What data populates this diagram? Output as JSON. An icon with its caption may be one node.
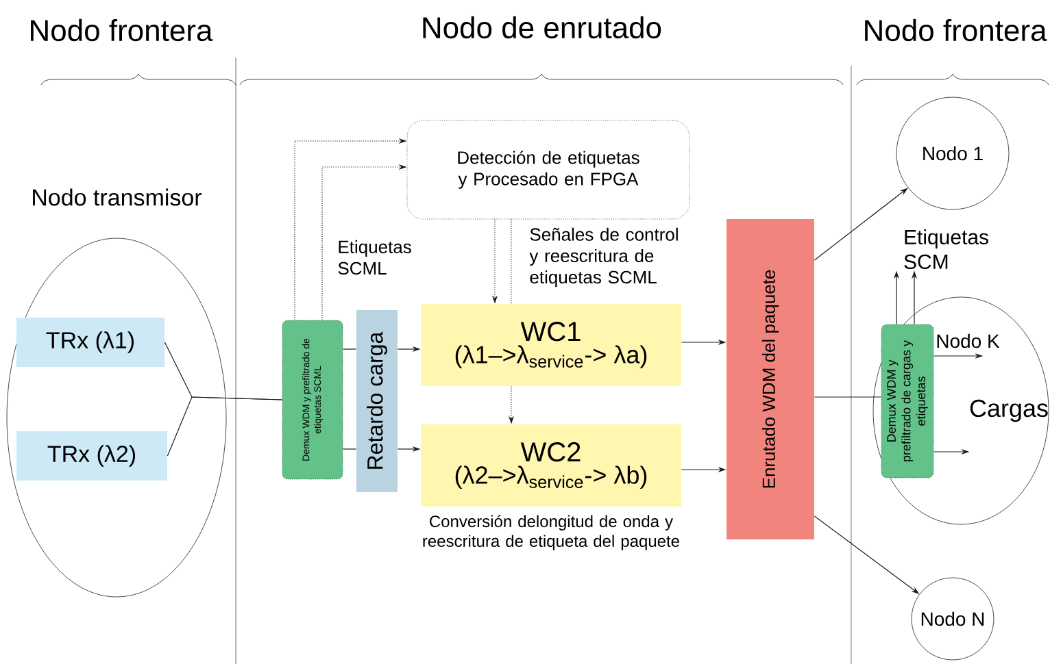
{
  "diagram": {
    "nodes": [
      {
        "text": [
          "Nodo transmisor"
        ]
      },
      {
        "text": [
          "TRx (λ1)"
        ],
        "in": 0
      },
      {
        "text": [
          "TRx (λ2)"
        ],
        "in": 0
      },
      {
        "text": [
          "Demux WDM y prefiltrado de etiquetas SCML"
        ]
      },
      {
        "text": [
          "Retardo carga"
        ]
      },
      {
        "text": [
          "WC1",
          "(λ1–>λ$_{service}$-> λa)"
        ]
      },
      {
        "text": [
          "WC2",
          "(λ2–>λ$_{service}$-> λb)"
        ]
      },
      {
        "text": [
          "Detección de etiquetas y Procesado en FPGA"
        ]
      },
      {
        "text": [
          "Enrutado WDM del paquete"
        ]
      },
      {
        "text": [
          "Nodo 1"
        ]
      },
      {
        "text": [
          "Cargas"
        ]
      },
      {
        "text": [
          "Demux WDM y prefiltrado de cargas y etiquetas"
        ],
        "in": 10
      },
      {
        "text": [
          "Nodo N"
        ]
      },
      {
        "text": [
          "Etiquetas SCM"
        ]
      }
    ],
    "edges": [
      {
        "from": 1,
        "to": 3,
        "arrow": "none"
      },
      {
        "from": 2,
        "to": 3,
        "arrow": "none"
      },
      {
        "from": 3,
        "to": 4,
        "arrow": "none"
      },
      {
        "from": 3,
        "to": 4,
        "arrow": "none"
      },
      {
        "from": 4,
        "to": 5,
        "arrow": "to"
      },
      {
        "from": 4,
        "to": 6,
        "arrow": "to"
      },
      {
        "from": 3,
        "to": 7,
        "arrow": "to",
        "style": "dashed"
      },
      {
        "from": 3,
        "to": 7,
        "arrow": "to",
        "style": "dashed"
      },
      {
        "from": 7,
        "to": 5,
        "arrow": "to",
        "style": "dashed"
      },
      {
        "from": 7,
        "to": 5,
        "arrow": "none",
        "style": "dashed"
      },
      {
        "from": 5,
        "to": 6,
        "arrow": "to",
        "style": "dashed"
      },
      {
        "from": 5,
        "to": 8,
        "arrow": "to"
      },
      {
        "from": 6,
        "to": 8,
        "arrow": "to"
      },
      {
        "from": 8,
        "to": 9,
        "arrow": "to"
      },
      {
        "from": 8,
        "to": 12,
        "arrow": "to"
      },
      {
        "from": 8,
        "to": 11,
        "arrow": "none"
      },
      {
        "from": 11,
        "to": 13,
        "arrow": "to"
      },
      {
        "from": 11,
        "to": 13,
        "arrow": "to"
      },
      {
        "from": 11,
        "to": null,
        "arrow": "to",
        "label": "Nodo K"
      },
      {
        "from": 11,
        "to": null,
        "arrow": "to"
      }
    ],
    "labels": [
      "Nodo frontera",
      "Nodo de enrutado",
      "Nodo frontera",
      "Etiquetas SCML",
      "Señales de control y reescritura de etiquetas SCML",
      "Conversión delongitud de onda y reescritura de etiqueta del paquete"
    ]
  }
}
